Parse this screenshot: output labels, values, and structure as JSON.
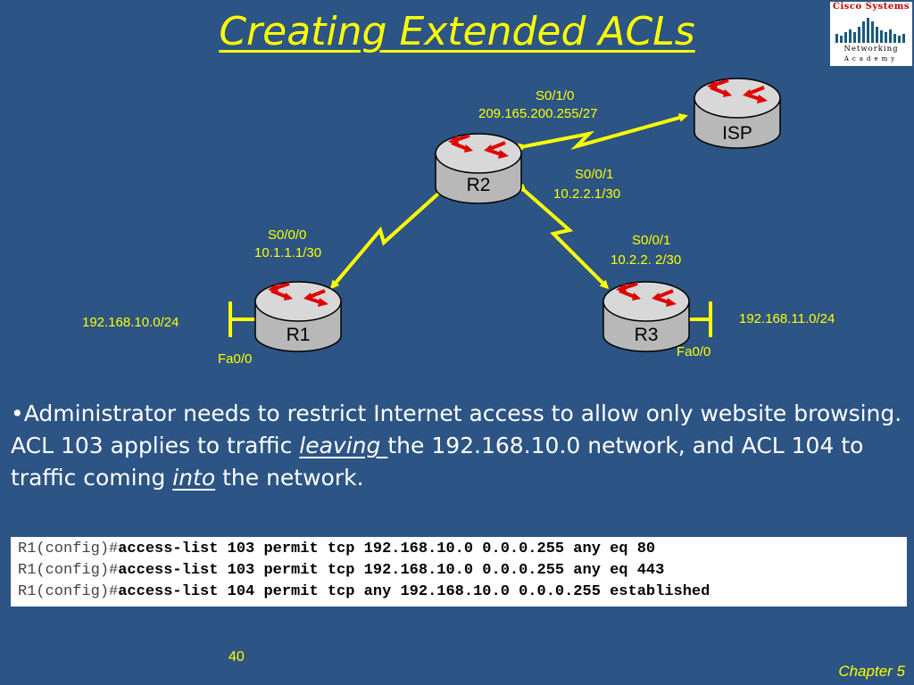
{
  "slide": {
    "title": "Creating Extended ACLs",
    "page_number": "40",
    "chapter": "Chapter 5"
  },
  "logo": {
    "top": "Cisco Systems",
    "middle": "Networking",
    "bottom": "Academy"
  },
  "topology": {
    "routers": {
      "isp": "ISP",
      "r2": "R2",
      "r1": "R1",
      "r3": "R3"
    },
    "labels": {
      "isp_if": "S0/1/0",
      "isp_ip": "209.165.200.255/27",
      "r2_s001_if": "S0/0/1",
      "r2_s001_ip": "10.2.2.1/30",
      "r1_s000_if": "S0/0/0",
      "r1_s000_ip": "10.1.1.1/30",
      "r3_s001_if": "S0/0/1",
      "r3_s001_ip": "10.2.2. 2/30",
      "lan_left": "192.168.10.0/24",
      "lan_right": "192.168.11.0/24",
      "r1_fa": "Fa0/0",
      "r3_fa": "Fa0/0"
    },
    "colors": {
      "link": "#ffff00",
      "router_body": "#c8c8c8",
      "router_arrows": "#e00000",
      "background": "#2c5484"
    }
  },
  "body": {
    "bullet": "•",
    "p1": "Administrator needs to restrict Internet access to allow only website browsing. ACL 103 applies to traffic ",
    "leaving": "leaving ",
    "p2": "the 192.168.10.0 network, and ACL 104 to traffic coming ",
    "into": "into",
    "p3": " the network."
  },
  "cli": [
    {
      "prompt": "R1(config)#",
      "command": "access-list 103 permit tcp 192.168.10.0 0.0.0.255 any eq 80"
    },
    {
      "prompt": "R1(config)#",
      "command": "access-list 103 permit tcp 192.168.10.0 0.0.0.255 any eq 443"
    },
    {
      "prompt": "R1(config)#",
      "command": "access-list 104 permit tcp any 192.168.10.0 0.0.0.255 established"
    }
  ]
}
